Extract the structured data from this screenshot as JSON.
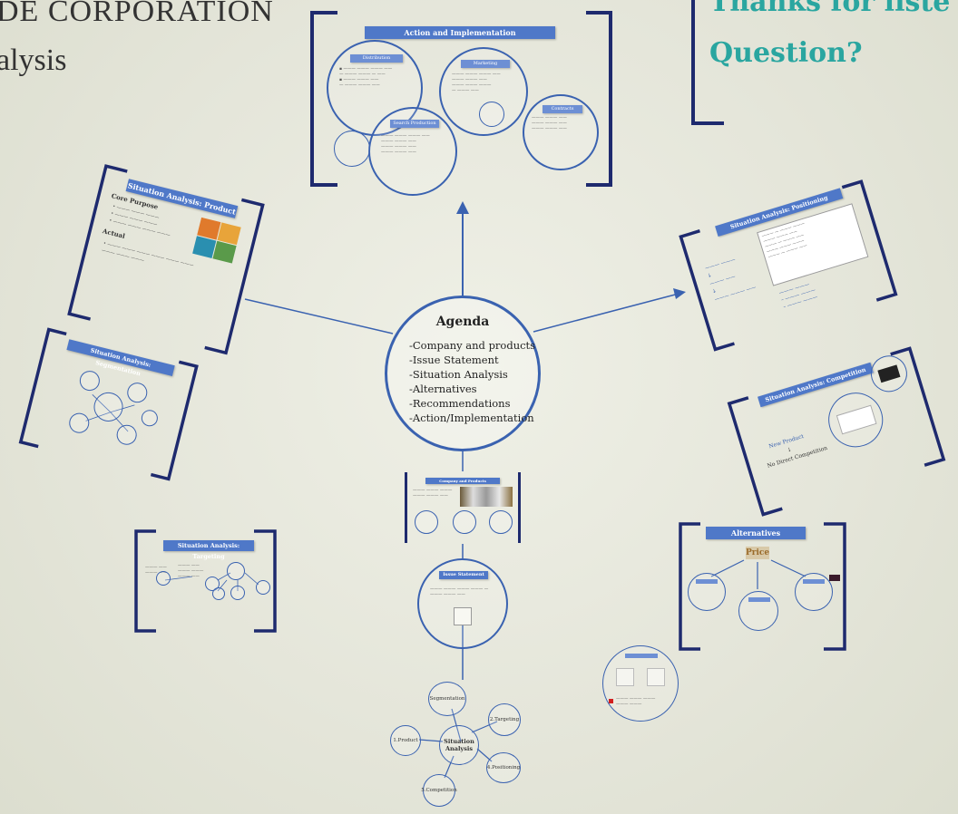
{
  "header": {
    "title_fragment": "DE CORPORATION",
    "subtitle_fragment": "alysis"
  },
  "thanks": {
    "line1": "Thanks for liste",
    "line2": "Question?"
  },
  "action_frame": {
    "title": "Action and Implementation",
    "circle1_label": "Distribution",
    "circle2_label": "Marketing",
    "circle3_label": "Search Production",
    "circle4_label": "Contracts"
  },
  "product_frame": {
    "title": "Situation Analysis: Product",
    "core_purpose": "Core Purpose",
    "actual": "Actual"
  },
  "segmentation_frame": {
    "title": "Situation Analysis: Segmentation"
  },
  "targeting_frame": {
    "title": "Situation Analysis: Targeting"
  },
  "positioning_frame": {
    "title": "Situation Analysis: Positioning"
  },
  "competition_frame": {
    "title": "Situation Analysis: Competition",
    "new_product": "New Product",
    "no_direct": "No Direct Competition"
  },
  "alternatives_frame": {
    "title": "Alternatives",
    "price_label": "Price"
  },
  "agenda": {
    "title": "Agenda",
    "items": [
      "-Company and products",
      "-Issue Statement",
      "-Situation Analysis",
      "-Alternatives",
      "-Recommendations",
      "-Action/Implementation"
    ]
  },
  "company_frame": {
    "title": "Company and Products"
  },
  "issue": {
    "title": "Issue Statement"
  },
  "situation": {
    "center": "Situation Analysis",
    "nodes": [
      "Segmentation",
      "2.Targeting",
      "1.Product",
      "4.Positioning",
      "5.Competition"
    ]
  },
  "colors": {
    "accent_blue": "#4f78c8",
    "ring_blue": "#3a62b0",
    "frame_navy": "#1e2a6e",
    "teal": "#2aa6a0"
  }
}
